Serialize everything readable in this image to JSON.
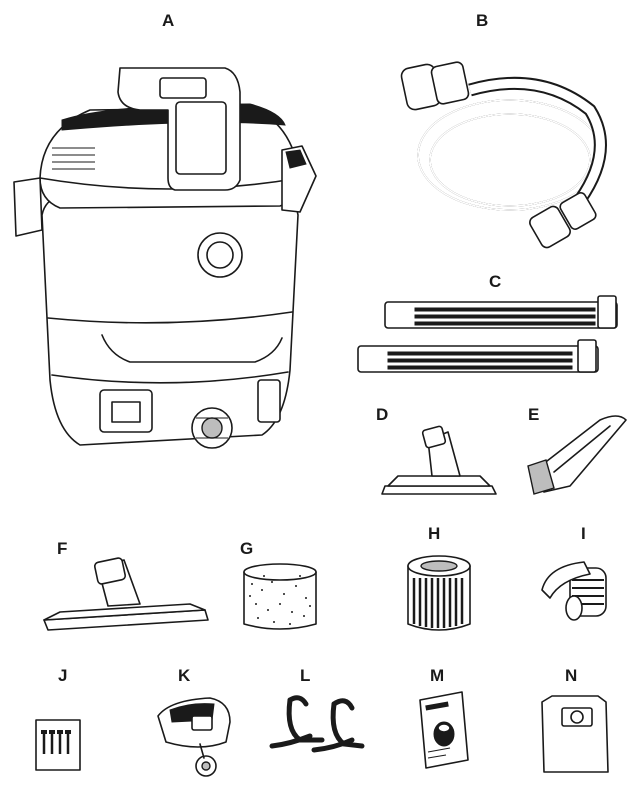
{
  "parts": [
    {
      "label": "A",
      "icon": "wet-dry-vacuum-body"
    },
    {
      "label": "B",
      "icon": "flexible-hose"
    },
    {
      "label": "C",
      "icon": "extension-tubes"
    },
    {
      "label": "D",
      "icon": "small-floor-nozzle"
    },
    {
      "label": "E",
      "icon": "crevice-nozzle"
    },
    {
      "label": "F",
      "icon": "wet-floor-nozzle"
    },
    {
      "label": "G",
      "icon": "foam-filter"
    },
    {
      "label": "H",
      "icon": "cartridge-filter"
    },
    {
      "label": "I",
      "icon": "blower-adapter"
    },
    {
      "label": "J",
      "icon": "screws-pack"
    },
    {
      "label": "K",
      "icon": "caster-wheel"
    },
    {
      "label": "L",
      "icon": "accessory-holders"
    },
    {
      "label": "M",
      "icon": "user-manual"
    },
    {
      "label": "N",
      "icon": "dust-bag"
    }
  ]
}
